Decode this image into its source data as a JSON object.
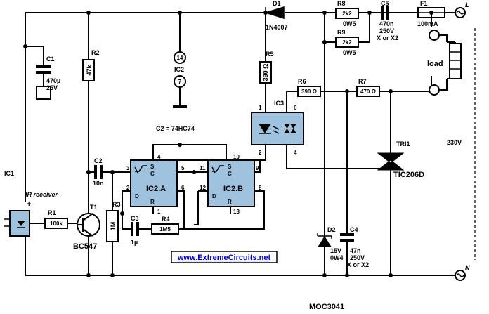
{
  "labels": {
    "c1_ref": "C1",
    "c1_val1": "470µ",
    "c1_val2": "25V",
    "r2_ref": "R2",
    "r2_val": "47k",
    "ic2_ref": "IC2",
    "pin14": "14",
    "pin7": "7",
    "c2note": "C2 = 74HC74",
    "d1_ref": "D1",
    "d1_val": "1N4007",
    "r8_ref": "R8",
    "r8_val": "2k2",
    "r8_pw": "0W5",
    "r9_ref": "R9",
    "r9_val": "2k2",
    "r9_pw": "0W5",
    "c5_ref": "C5",
    "c5_v1": "470n",
    "c5_v2": "250V",
    "c5_v3": "X or X2",
    "f1_ref": "F1",
    "f1_val": "100mA",
    "l_label": "L",
    "n_label": "N",
    "load": "load",
    "r5_ref": "R5",
    "r5_val": "390 Ω",
    "r6_ref": "R6",
    "r6_val": "390 Ω",
    "r7_ref": "R7",
    "r7_val": "470 Ω",
    "ic3_ref": "IC3",
    "ic3_p1": "1",
    "ic3_p2": "2",
    "ic3_p4": "4",
    "ic3_p6": "6",
    "tri1_ref": "TRI1",
    "tri1_val": "TIC206D",
    "v230": "230V",
    "ic1_ref": "IC1",
    "ir_label": "IR receiver",
    "plus": "+",
    "r1_ref": "R1",
    "r1_val": "100k",
    "t1_ref": "T1",
    "t1_val": "BC547",
    "c2_ref": "C2",
    "c2_val": "10n",
    "r3_ref": "R3",
    "r3_val": "1M",
    "c3_ref": "C3",
    "c3_val": "1µ",
    "r4_ref": "R4",
    "r4_val": "1M5",
    "ic2a": "IC2.A",
    "ic2b": "IC2.B",
    "pin_s": "S",
    "pin_c": "C",
    "pin_d": "D",
    "pin_r": "R",
    "a_p1": "1",
    "a_p2": "2",
    "a_p3": "3",
    "a_p4": "4",
    "a_p5": "5",
    "a_p6": "6",
    "b_p8": "8",
    "b_p9": "9",
    "b_p10": "10",
    "b_p11": "11",
    "b_p12": "12",
    "b_p13": "13",
    "d2_ref": "D2",
    "d2_v1": "15V",
    "d2_v2": "0W4",
    "c4_ref": "C4",
    "c4_v1": "47n",
    "c4_v2": "250V",
    "c4_v3": "X or X2",
    "url": "www.ExtremeCircuits.net",
    "caption": "MOC3041"
  }
}
